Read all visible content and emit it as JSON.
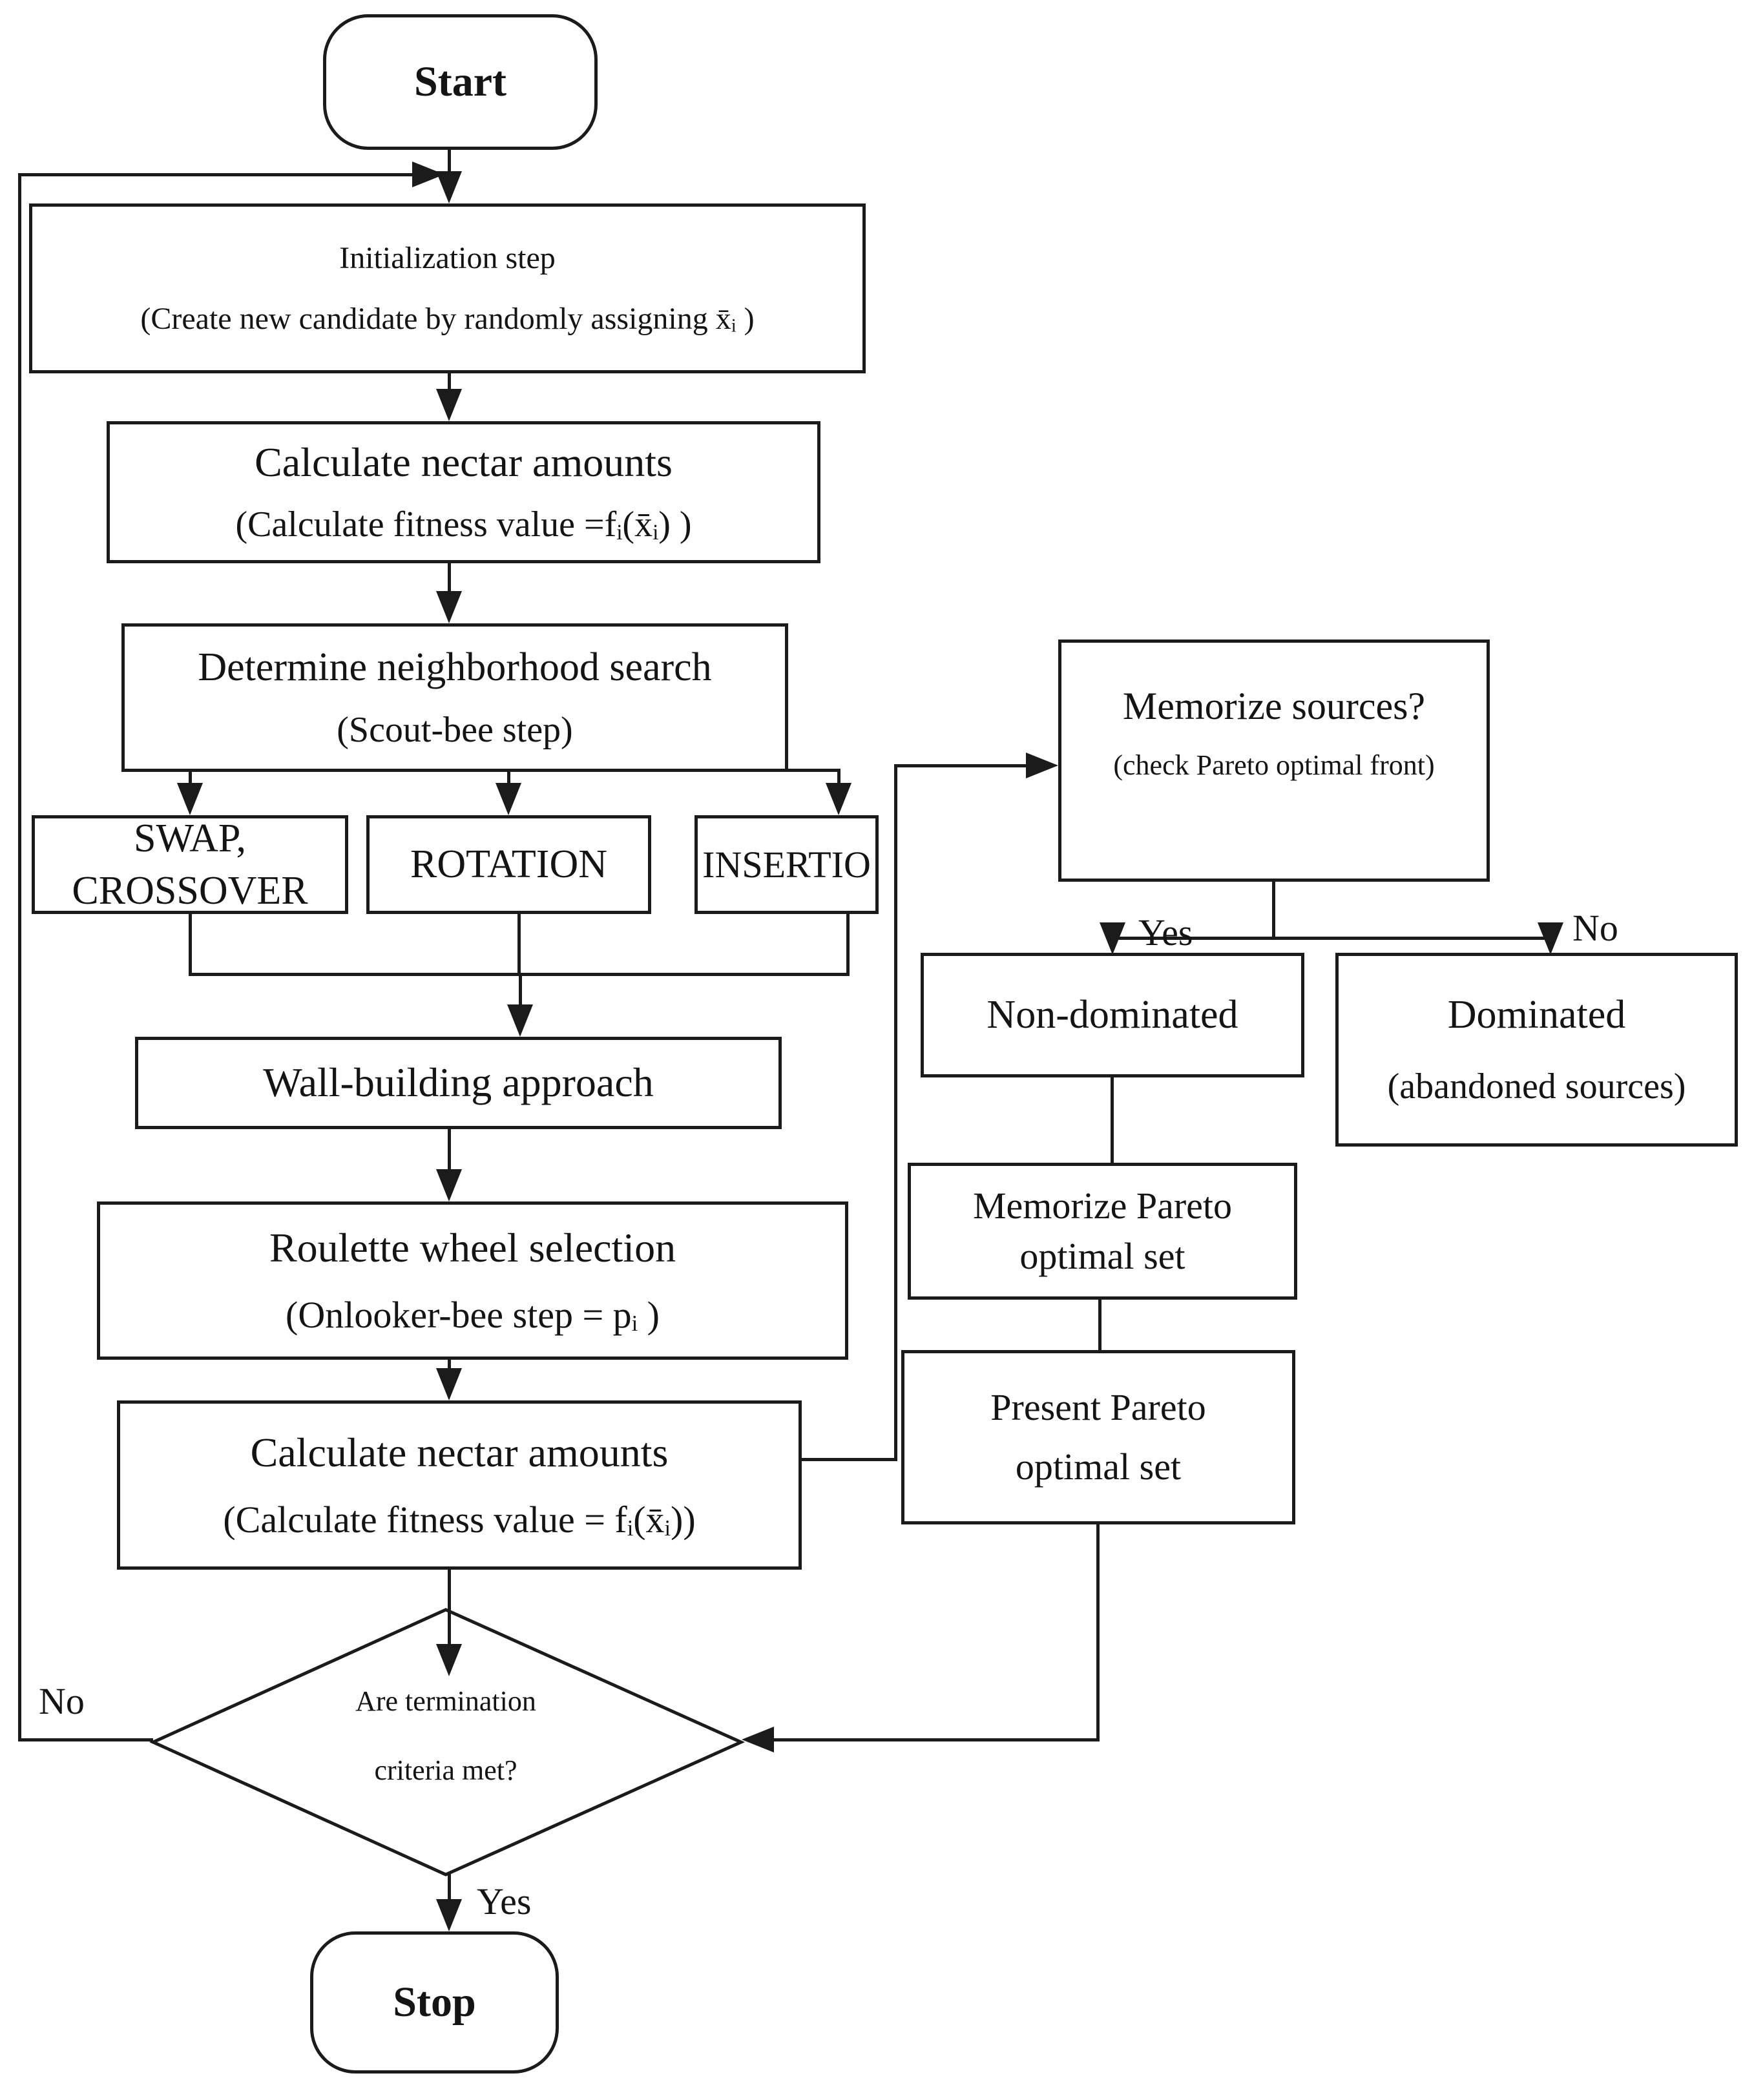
{
  "diagram": {
    "title": "Multi-objective artificial bee colony flowchart",
    "colors": {
      "line": "#1b1b1b",
      "background": "#ffffff",
      "text": "#141414"
    },
    "nodes": {
      "start": {
        "label": "Start"
      },
      "init": {
        "line1": "Initialization step",
        "line2": "(Create new candidate by randomly assigning  x̄ᵢ )"
      },
      "calc_nectar_1": {
        "line1": "Calculate nectar amounts",
        "line2": "(Calculate fitness value =fᵢ(x̄ᵢ) )"
      },
      "neighborhood": {
        "line1": "Determine neighborhood search",
        "line2": "(Scout-bee step)"
      },
      "swap_crossover": {
        "line1": "SWAP,",
        "line2": "CROSSOVER"
      },
      "rotation": {
        "label": "ROTATION"
      },
      "insertio": {
        "label": "INSERTIO"
      },
      "wall_building": {
        "label": "Wall-building approach"
      },
      "roulette": {
        "line1": "Roulette wheel selection",
        "line2": "(Onlooker-bee step = pᵢ )"
      },
      "calc_nectar_2": {
        "line1": "Calculate nectar amounts",
        "line2": "(Calculate fitness value =  fᵢ(x̄ᵢ))"
      },
      "memorize_sources": {
        "line1": "Memorize sources?",
        "line2": "(check Pareto optimal front)"
      },
      "non_dominated": {
        "label": "Non-dominated"
      },
      "dominated": {
        "line1": "Dominated",
        "line2": "(abandoned sources)"
      },
      "memorize_pareto": {
        "line1": "Memorize Pareto",
        "line2": "optimal set"
      },
      "present_pareto": {
        "line1": "Present Pareto",
        "line2": "optimal set"
      },
      "termination": {
        "line1": "Are termination",
        "line2": "criteria met?"
      },
      "stop": {
        "label": "Stop"
      }
    },
    "edge_labels": {
      "branch_yes": "Yes",
      "branch_no": "No",
      "loop_no": "No",
      "stop_yes": "Yes"
    }
  }
}
